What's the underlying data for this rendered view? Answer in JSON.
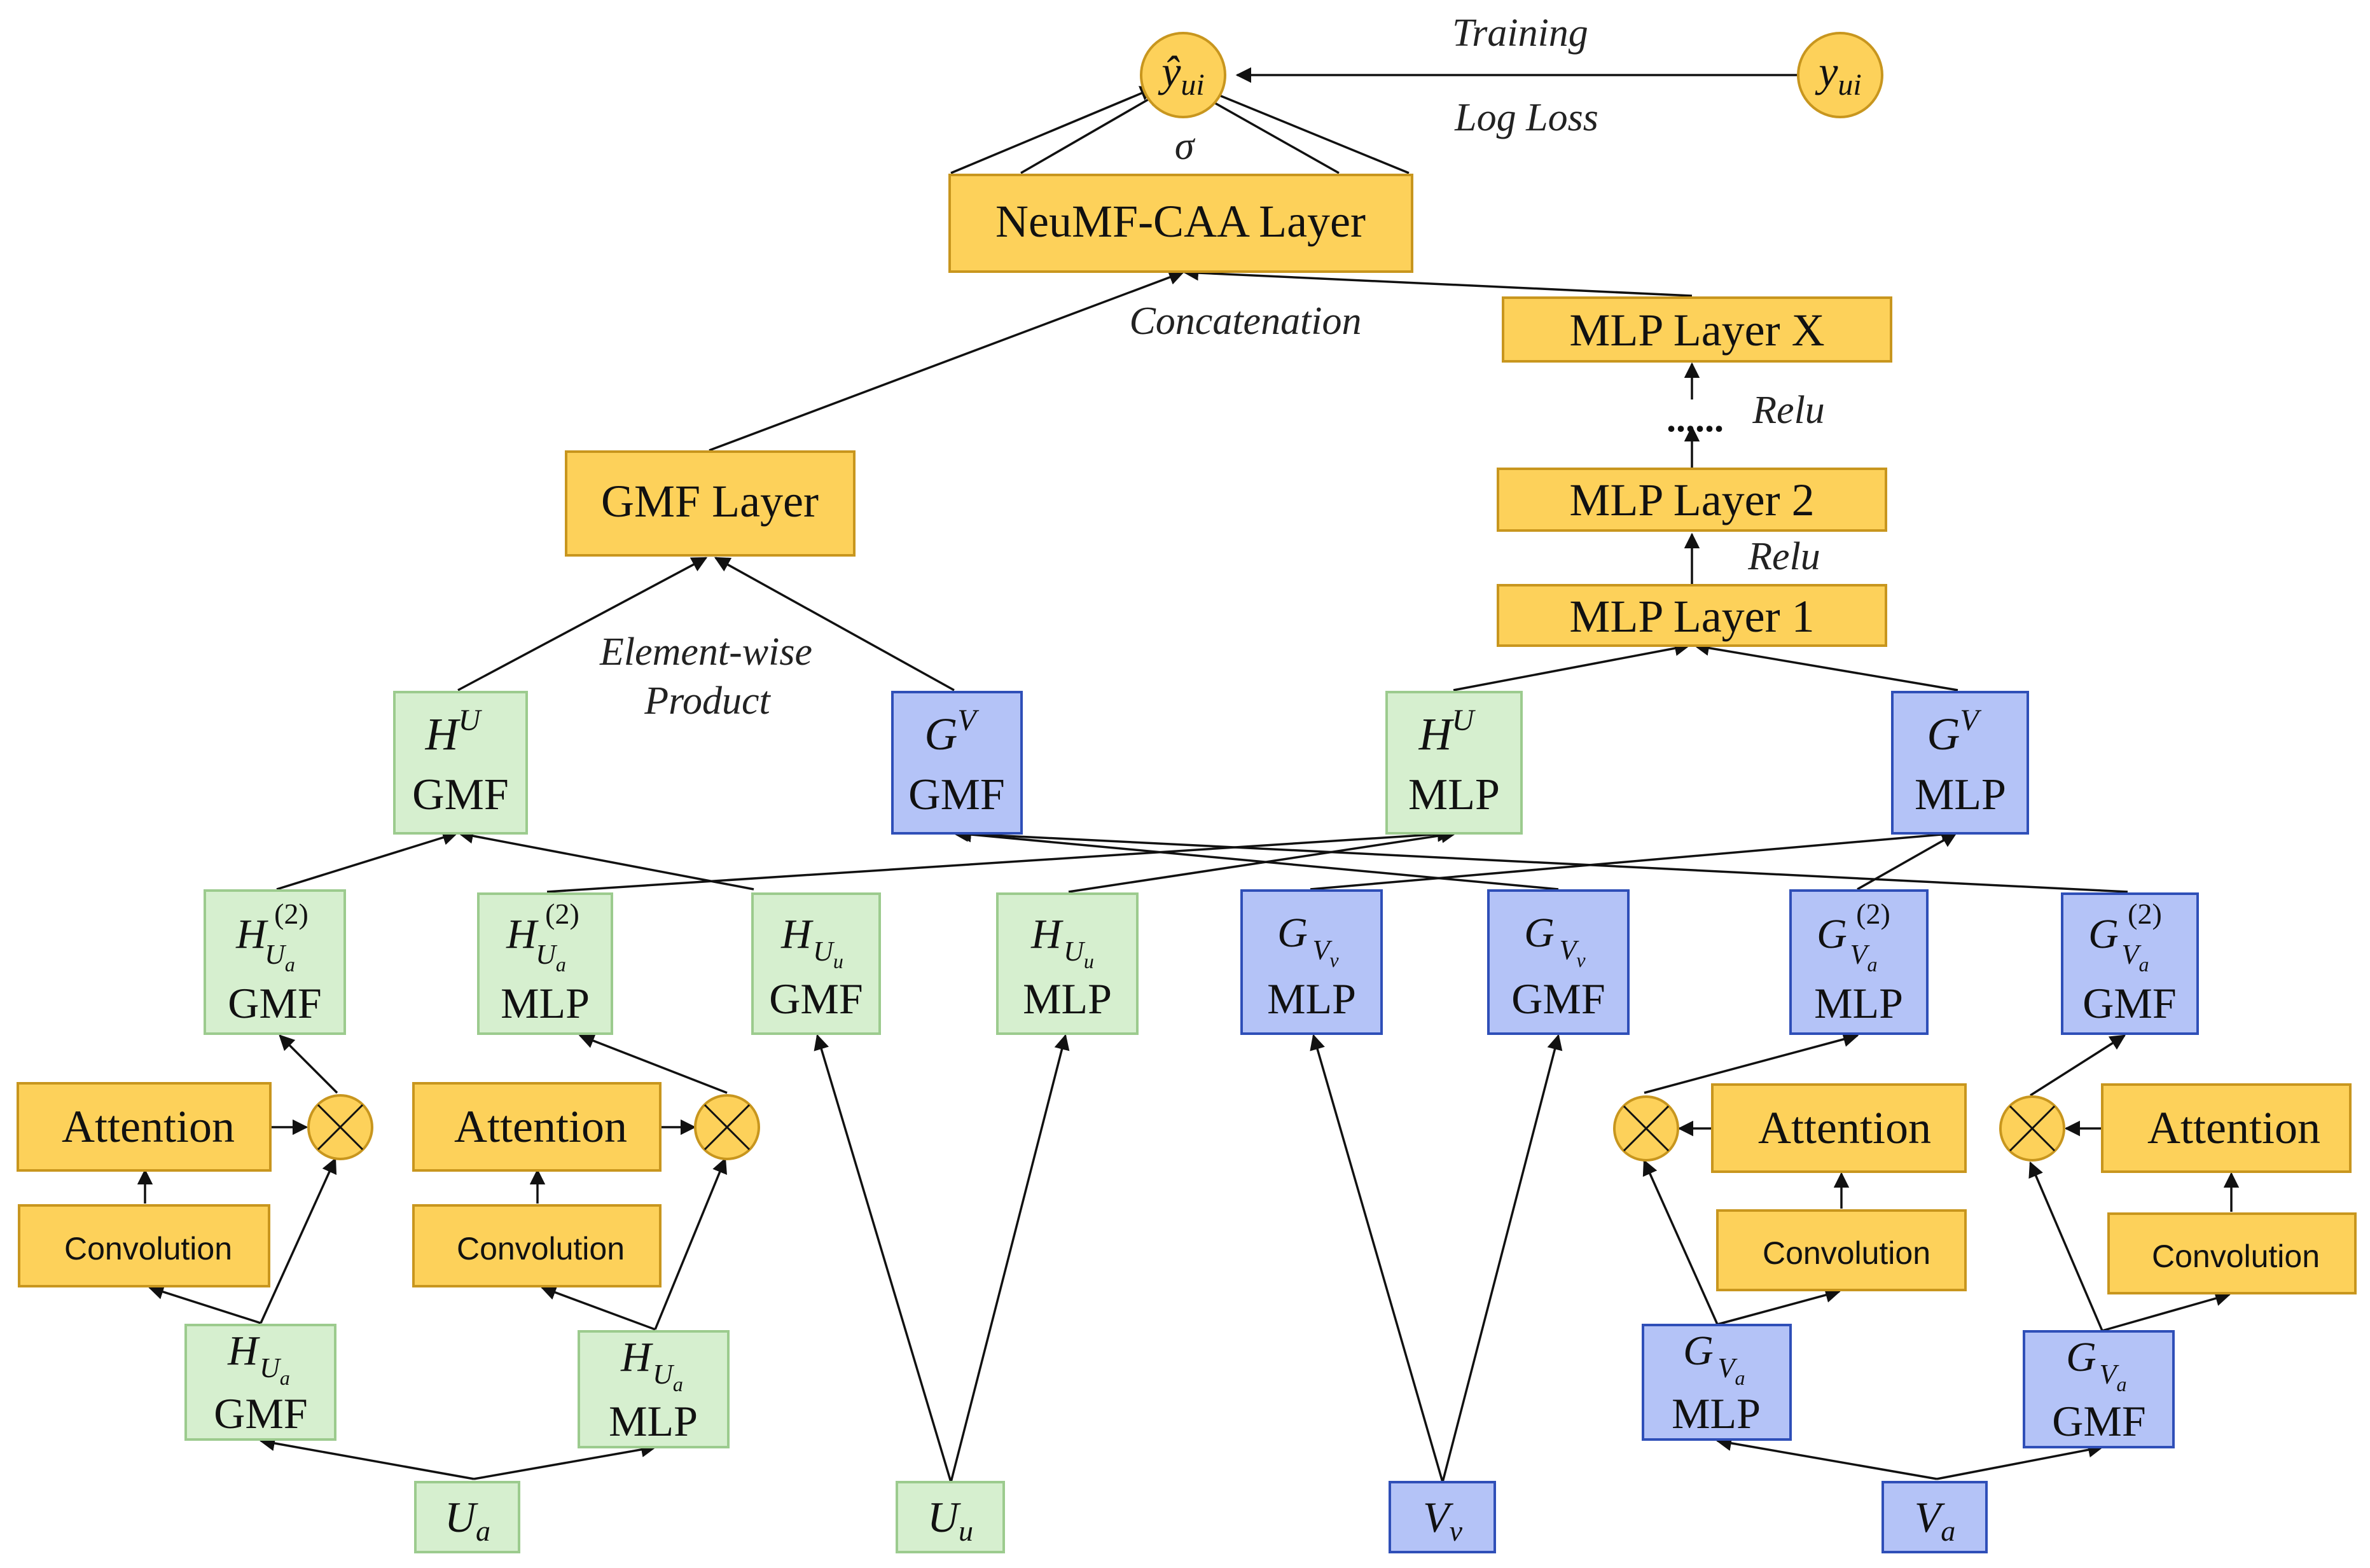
{
  "colors": {
    "orange_fill": "#FDD15A",
    "orange_stroke": "#C8961E",
    "green_fill": "#D6EFCF",
    "green_stroke": "#9CCB8E",
    "blue_fill": "#B4C3F7",
    "blue_stroke": "#2F4FB8",
    "edge": "#111111"
  },
  "annotations": {
    "training": "Training",
    "log_loss": "Log Loss",
    "sigma": "σ",
    "concatenation": "Concatenation",
    "relu_top": "Relu",
    "relu_bottom": "Relu",
    "element_wise": "Element-wise",
    "product": "Product",
    "dots": "......"
  },
  "nodes": {
    "yhat": {
      "base": "ŷ",
      "sub": "ui"
    },
    "y": {
      "base": "y",
      "sub": "ui"
    },
    "neumf": {
      "label": "NeuMF-CAA Layer"
    },
    "gmf_layer": {
      "label": "GMF Layer"
    },
    "mlp_x": {
      "label": "MLP Layer X"
    },
    "mlp_2": {
      "label": "MLP Layer 2"
    },
    "mlp_1": {
      "label": "MLP Layer 1"
    },
    "hu_gmf": {
      "base": "H",
      "sup": "U",
      "line2": "GMF"
    },
    "gv_gmf": {
      "base": "G",
      "sup": "V",
      "line2": "GMF"
    },
    "hu_mlp": {
      "base": "H",
      "sup": "U",
      "line2": "MLP"
    },
    "gv_mlp": {
      "base": "G",
      "sup": "V",
      "line2": "MLP"
    },
    "hua2_gmf": {
      "base": "H",
      "sup": "(2)",
      "sub": "U",
      "subsub": "a",
      "line2": "GMF"
    },
    "hua2_mlp": {
      "base": "H",
      "sup": "(2)",
      "sub": "U",
      "subsub": "a",
      "line2": "MLP"
    },
    "huu_gmf": {
      "base": "H",
      "sub": "U",
      "subsub": "u",
      "line2": "GMF"
    },
    "huu_mlp": {
      "base": "H",
      "sub": "U",
      "subsub": "u",
      "line2": "MLP"
    },
    "gvv_mlp": {
      "base": "G",
      "sub": "V",
      "subsub": "v",
      "line2": "MLP"
    },
    "gvv_gmf": {
      "base": "G",
      "sub": "V",
      "subsub": "v",
      "line2": "GMF"
    },
    "gva2_mlp": {
      "base": "G",
      "sup": "(2)",
      "sub": "V",
      "subsub": "a",
      "line2": "MLP"
    },
    "gva2_gmf": {
      "base": "G",
      "sup": "(2)",
      "sub": "V",
      "subsub": "a",
      "line2": "GMF"
    },
    "att1": {
      "label": "Attention"
    },
    "att2": {
      "label": "Attention"
    },
    "att3": {
      "label": "Attention"
    },
    "att4": {
      "label": "Attention"
    },
    "conv1": {
      "label": "Convolution"
    },
    "conv2": {
      "label": "Convolution"
    },
    "conv3": {
      "label": "Convolution"
    },
    "conv4": {
      "label": "Convolution"
    },
    "hua_gmf": {
      "base": "H",
      "sub": "U",
      "subsub": "a",
      "line2": "GMF"
    },
    "hua_mlp": {
      "base": "H",
      "sub": "U",
      "subsub": "a",
      "line2": "MLP"
    },
    "gva_mlp": {
      "base": "G",
      "sub": "V",
      "subsub": "a",
      "line2": "MLP"
    },
    "gva_gmf": {
      "base": "G",
      "sub": "V",
      "subsub": "a",
      "line2": "GMF"
    },
    "ua": {
      "base": "U",
      "sub": "a"
    },
    "uu": {
      "base": "U",
      "sub": "u"
    },
    "vv": {
      "base": "V",
      "sub": "v"
    },
    "va": {
      "base": "V",
      "sub": "a"
    }
  }
}
